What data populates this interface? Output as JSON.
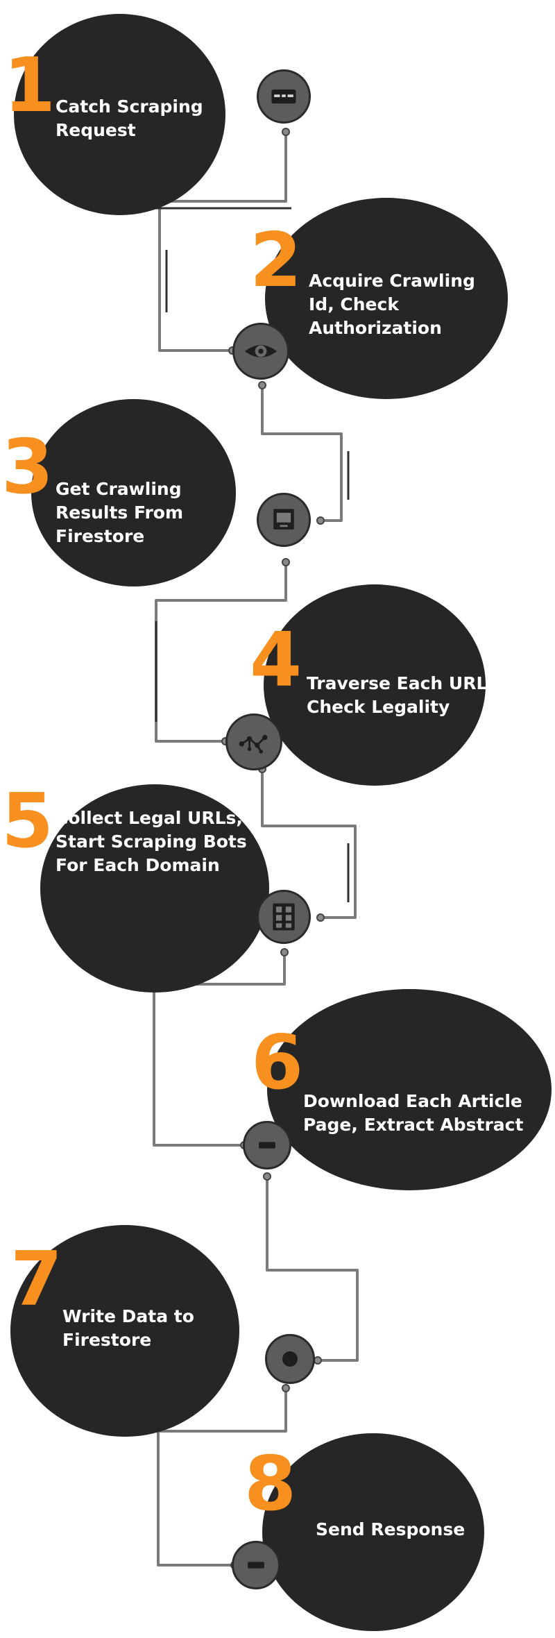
{
  "colors": {
    "circle": "#262626",
    "number": "#f7901e",
    "label": "#ffffff",
    "node": "#5c5c5c",
    "line": "#7a7a7a"
  },
  "steps": [
    {
      "number": "1",
      "label": "Catch Scraping\nRequest",
      "icon": "browser-window-icon"
    },
    {
      "number": "2",
      "label": "Acquire Crawling\nId, Check\nAuthorization",
      "icon": "eye-icon"
    },
    {
      "number": "3",
      "label": "Get Crawling\nResults From\nFirestore",
      "icon": "monitor-icon"
    },
    {
      "number": "4",
      "label": "Traverse Each URL,\nCheck Legality",
      "icon": "network-icon"
    },
    {
      "number": "5",
      "label": "Collect Legal URLs,\nStart Scraping Bots\nFor Each Domain",
      "icon": "grid-icon"
    },
    {
      "number": "6",
      "label": "Download Each Article\nPage, Extract Abstract",
      "icon": "minus-icon"
    },
    {
      "number": "7",
      "label": "Write Data to\nFirestore",
      "icon": "dot-icon"
    },
    {
      "number": "8",
      "label": "Send Response",
      "icon": "minus-icon"
    }
  ]
}
